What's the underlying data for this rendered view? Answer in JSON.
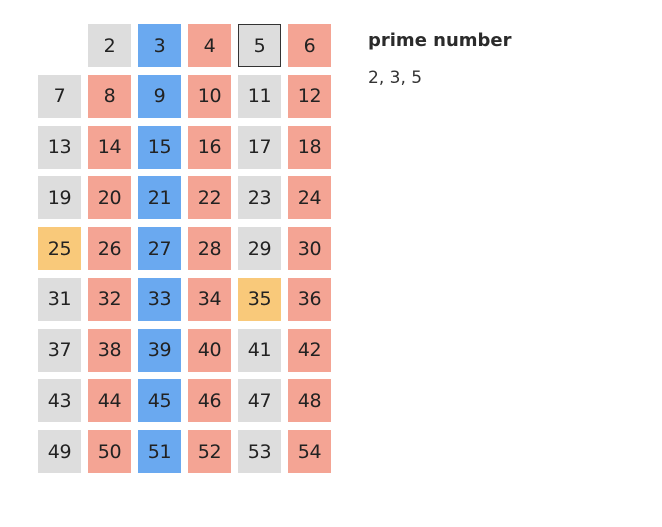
{
  "colors": {
    "gray": "#dddddd",
    "blue": "#6aa9f0",
    "red": "#f4a494",
    "yellow": "#f9c97a",
    "selected_border": "#333333"
  },
  "grid": {
    "columns": 6,
    "cells": [
      {
        "label": "",
        "color": "empty"
      },
      {
        "label": "2",
        "color": "gray"
      },
      {
        "label": "3",
        "color": "blue"
      },
      {
        "label": "4",
        "color": "red"
      },
      {
        "label": "5",
        "color": "gray",
        "selected": true
      },
      {
        "label": "6",
        "color": "red"
      },
      {
        "label": "7",
        "color": "gray"
      },
      {
        "label": "8",
        "color": "red"
      },
      {
        "label": "9",
        "color": "blue"
      },
      {
        "label": "10",
        "color": "red"
      },
      {
        "label": "11",
        "color": "gray"
      },
      {
        "label": "12",
        "color": "red"
      },
      {
        "label": "13",
        "color": "gray"
      },
      {
        "label": "14",
        "color": "red"
      },
      {
        "label": "15",
        "color": "blue"
      },
      {
        "label": "16",
        "color": "red"
      },
      {
        "label": "17",
        "color": "gray"
      },
      {
        "label": "18",
        "color": "red"
      },
      {
        "label": "19",
        "color": "gray"
      },
      {
        "label": "20",
        "color": "red"
      },
      {
        "label": "21",
        "color": "blue"
      },
      {
        "label": "22",
        "color": "red"
      },
      {
        "label": "23",
        "color": "gray"
      },
      {
        "label": "24",
        "color": "red"
      },
      {
        "label": "25",
        "color": "yellow"
      },
      {
        "label": "26",
        "color": "red"
      },
      {
        "label": "27",
        "color": "blue"
      },
      {
        "label": "28",
        "color": "red"
      },
      {
        "label": "29",
        "color": "gray"
      },
      {
        "label": "30",
        "color": "red"
      },
      {
        "label": "31",
        "color": "gray"
      },
      {
        "label": "32",
        "color": "red"
      },
      {
        "label": "33",
        "color": "blue"
      },
      {
        "label": "34",
        "color": "red"
      },
      {
        "label": "35",
        "color": "yellow"
      },
      {
        "label": "36",
        "color": "red"
      },
      {
        "label": "37",
        "color": "gray"
      },
      {
        "label": "38",
        "color": "red"
      },
      {
        "label": "39",
        "color": "blue"
      },
      {
        "label": "40",
        "color": "red"
      },
      {
        "label": "41",
        "color": "gray"
      },
      {
        "label": "42",
        "color": "red"
      },
      {
        "label": "43",
        "color": "gray"
      },
      {
        "label": "44",
        "color": "red"
      },
      {
        "label": "45",
        "color": "blue"
      },
      {
        "label": "46",
        "color": "red"
      },
      {
        "label": "47",
        "color": "gray"
      },
      {
        "label": "48",
        "color": "red"
      },
      {
        "label": "49",
        "color": "gray"
      },
      {
        "label": "50",
        "color": "red"
      },
      {
        "label": "51",
        "color": "blue"
      },
      {
        "label": "52",
        "color": "red"
      },
      {
        "label": "53",
        "color": "gray"
      },
      {
        "label": "54",
        "color": "red"
      }
    ]
  },
  "info": {
    "title": "prime number",
    "value": "2, 3, 5"
  }
}
